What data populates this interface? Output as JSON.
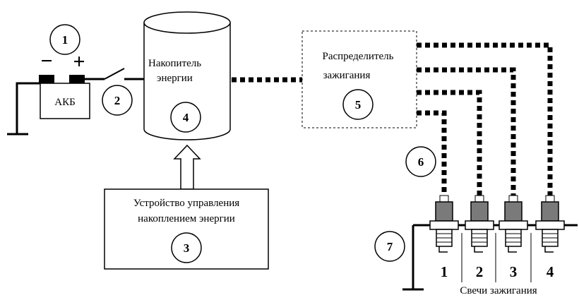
{
  "battery": {
    "label": "АКБ",
    "minus": "−",
    "plus": "+",
    "marker": "1"
  },
  "switch": {
    "marker": "2"
  },
  "accumulator": {
    "line1": "Накопитель",
    "line2": "энергии",
    "marker": "4"
  },
  "control_unit": {
    "line1": "Устройство управления",
    "line2": "накоплением энергии",
    "marker": "3"
  },
  "distributor": {
    "line1": "Распределитель",
    "line2": "зажигания",
    "marker": "5"
  },
  "wires": {
    "marker": "6"
  },
  "spark_plugs": {
    "marker": "7",
    "caption": "Свечи зажигания",
    "numbers": [
      "1",
      "2",
      "3",
      "4"
    ]
  }
}
